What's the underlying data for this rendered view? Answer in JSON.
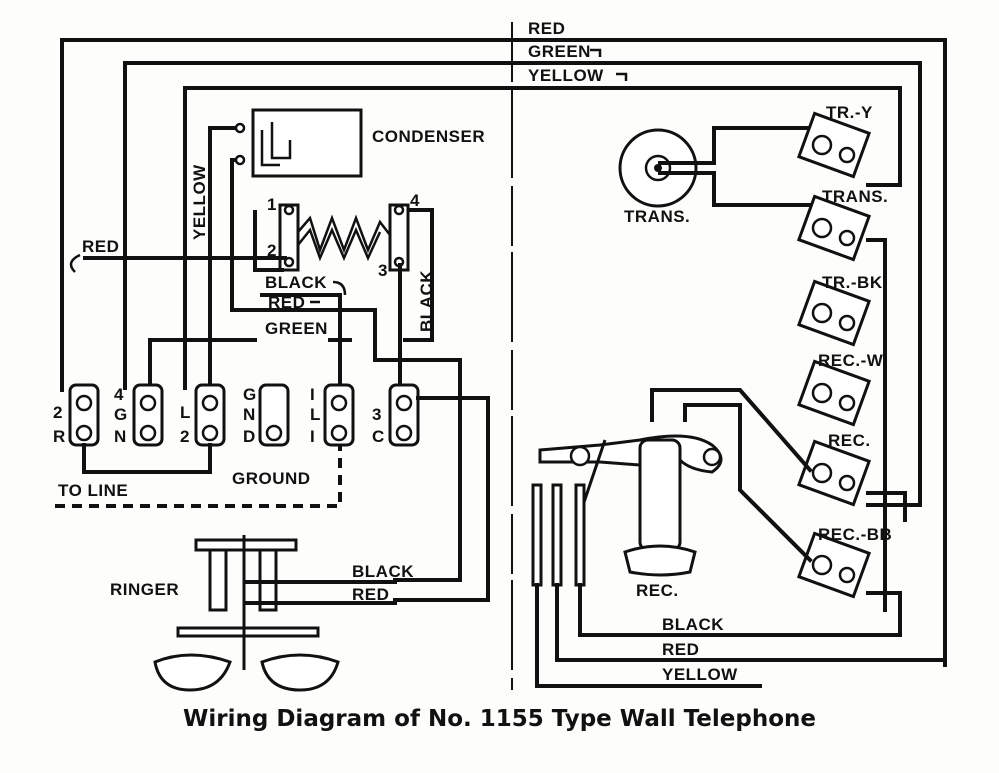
{
  "caption": "Wiring Diagram of No. 1155 Type Wall Telephone",
  "top_wires": {
    "red": "RED",
    "green": "GREEN",
    "yellow": "YELLOW"
  },
  "left": {
    "condenser": "CONDENSER",
    "yellow_vertical": "YELLOW",
    "red_left": "RED",
    "black_coil": "BLACK",
    "red_coil": "RED",
    "green_coil": "GREEN",
    "black_vertical": "BLACK",
    "coil_terminals": [
      "1",
      "2",
      "3",
      "4"
    ],
    "binding_posts": [
      {
        "top": "2",
        "bottom": "R"
      },
      {
        "top": "4",
        "mid": "G",
        "bottom": "N"
      },
      {
        "top": "L",
        "bottom": "2"
      },
      {
        "top": "G",
        "mid": "N",
        "bottom": "D"
      },
      {
        "top": "I",
        "mid": "L",
        "bottom": "I"
      },
      {
        "top": "3",
        "bottom": "C"
      }
    ],
    "to_line": "TO LINE",
    "ground": "GROUND",
    "ringer": "RINGER",
    "ringer_black": "BLACK",
    "ringer_red": "RED"
  },
  "right": {
    "transmitter": "TRANS.",
    "receiver": "REC.",
    "terminals": [
      "TR.-Y",
      "TRANS.",
      "TR.-BK",
      "REC.-W",
      "REC.",
      "REC.-BB"
    ],
    "bottom_wires": {
      "black": "BLACK",
      "red": "RED",
      "yellow": "YELLOW"
    }
  }
}
